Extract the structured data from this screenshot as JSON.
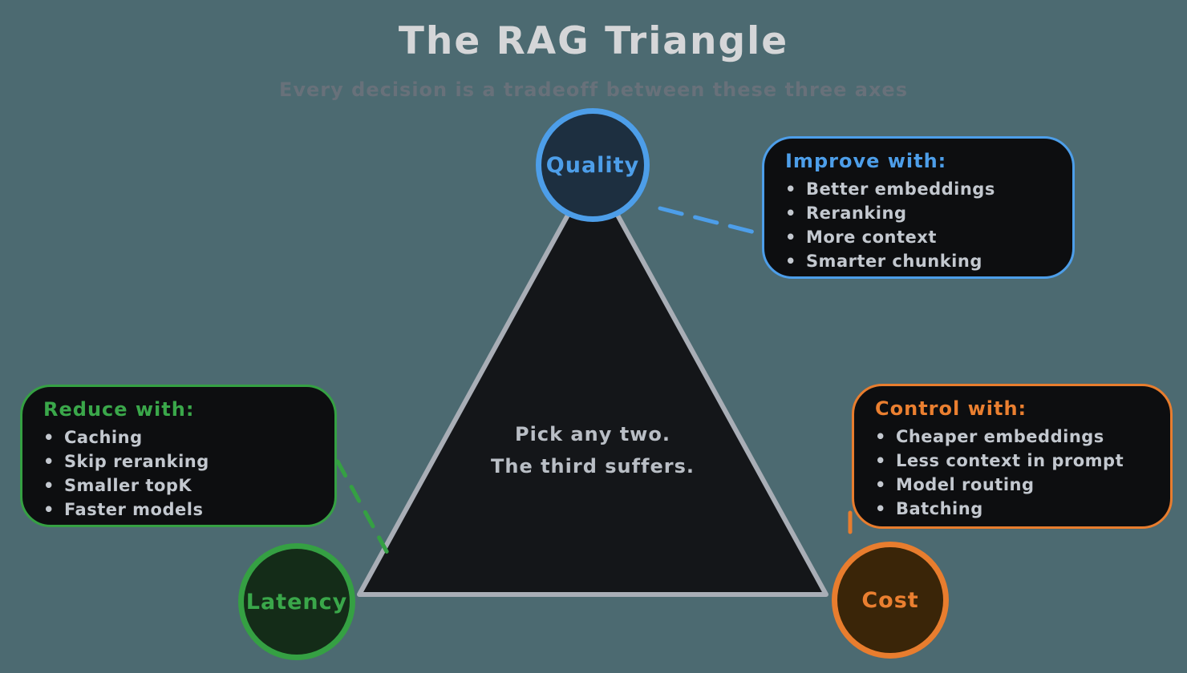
{
  "page": {
    "background_color": "#4c6a71"
  },
  "header": {
    "title": "The RAG Triangle",
    "subtitle": "Every decision is a tradeoff between these three axes"
  },
  "triangle": {
    "fill_color": "#141619",
    "stroke_color": "#a9aeb6",
    "center_text": {
      "line1": "Pick any two.",
      "line2": "The third suffers."
    }
  },
  "nodes": {
    "quality": {
      "label": "Quality",
      "accent_color": "#4d9ee9",
      "fill_color": "#1d2f40"
    },
    "latency": {
      "label": "Latency",
      "accent_color": "#3aa74a",
      "fill_color": "#142c18"
    },
    "cost": {
      "label": "Cost",
      "accent_color": "#ea7f30",
      "fill_color": "#3a2508"
    }
  },
  "callouts": {
    "improve": {
      "title": "Improve with:",
      "accent_color": "#4d9ee9",
      "items": [
        "Better embeddings",
        "Reranking",
        "More context",
        "Smarter chunking"
      ]
    },
    "reduce": {
      "title": "Reduce with:",
      "accent_color": "#3aa74a",
      "items": [
        "Caching",
        "Skip reranking",
        "Smaller topK",
        "Faster models"
      ]
    },
    "control": {
      "title": "Control with:",
      "accent_color": "#ea7f30",
      "items": [
        "Cheaper embeddings",
        "Less context in prompt",
        "Model routing",
        "Batching"
      ]
    }
  }
}
